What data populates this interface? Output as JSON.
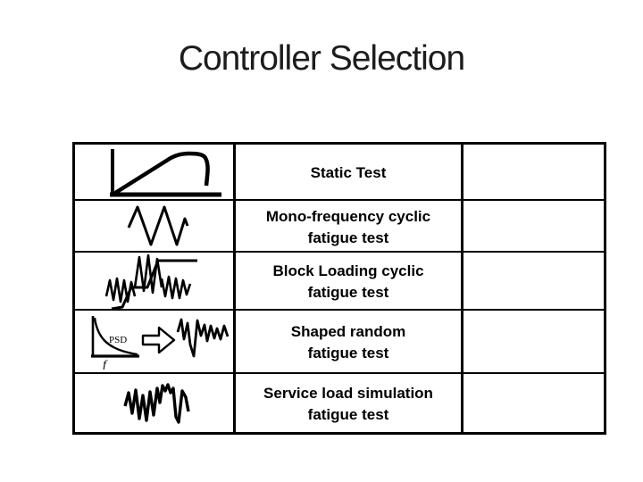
{
  "slide": {
    "title": "Controller Selection",
    "background_color": "#ffffff",
    "title_color": "#1c1c1c",
    "line_color": "#000000",
    "cell_text_color": "#000000"
  },
  "table": {
    "rows": [
      {
        "icon": "static-ramp-curve-icon",
        "label_line1": "Static Test",
        "label_line2": ""
      },
      {
        "icon": "sine-wave-icon",
        "label_line1": "Mono-frequency cyclic",
        "label_line2": "fatigue test"
      },
      {
        "icon": "block-loading-wave-icon",
        "label_line1": "Block Loading cyclic",
        "label_line2": "fatigue test"
      },
      {
        "icon": "psd-to-random-wave-icon",
        "label_line1": "Shaped random",
        "label_line2": "fatigue test"
      },
      {
        "icon": "random-wave-icon",
        "label_line1": "Service load simulation",
        "label_line2": "fatigue test"
      }
    ],
    "psd_icon_labels": {
      "psd": "PSD",
      "f": "f"
    }
  }
}
